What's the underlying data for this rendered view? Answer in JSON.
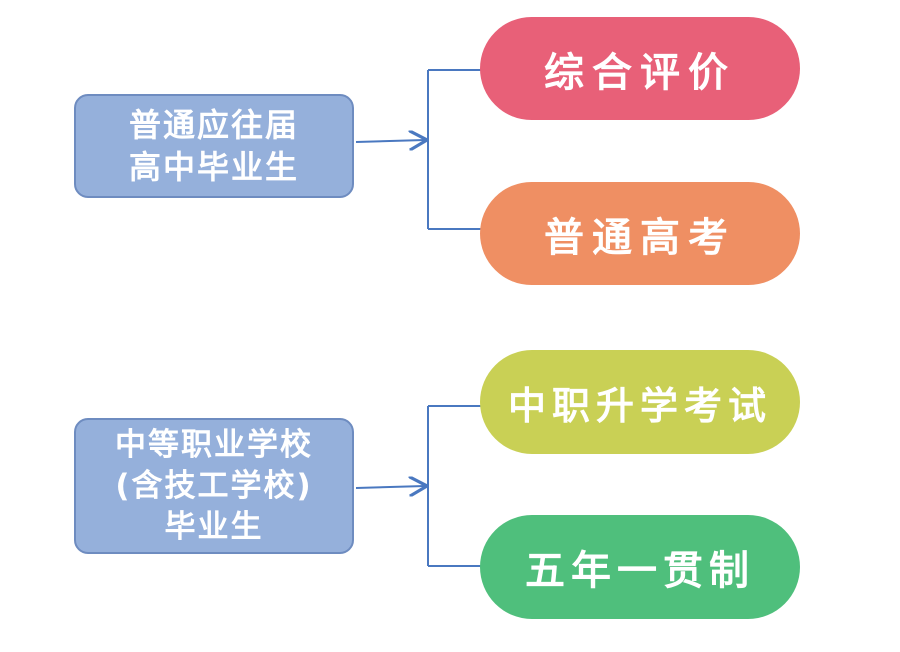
{
  "groups": [
    {
      "source": {
        "lines": [
          "普通应往届",
          "高中毕业生"
        ]
      },
      "targets": [
        {
          "label": "综合评价",
          "color": "#e86078"
        },
        {
          "label": "普通高考",
          "color": "#ef8f63"
        }
      ]
    },
    {
      "source": {
        "lines": [
          "中等职业学校",
          "(含技工学校)",
          "毕业生"
        ]
      },
      "targets": [
        {
          "label": "中职升学考试",
          "color": "#c9d055"
        },
        {
          "label": "五年一贯制",
          "color": "#4fbf7c"
        }
      ]
    }
  ],
  "colors": {
    "source_fill": "#95b0db",
    "connector": "#4a78c0"
  }
}
